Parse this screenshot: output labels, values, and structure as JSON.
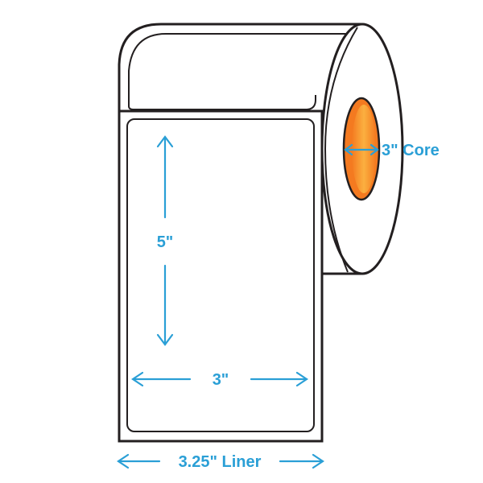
{
  "labels": {
    "height": "5\"",
    "width": "3\"",
    "core": "3\" Core",
    "liner": "3.25\" Liner"
  },
  "colors": {
    "dimension": "#2a9fd6",
    "outline": "#231f20",
    "liner_fill": "#ffffff",
    "core_orange_dark": "#f47a20",
    "core_orange_light": "#fbb040"
  }
}
